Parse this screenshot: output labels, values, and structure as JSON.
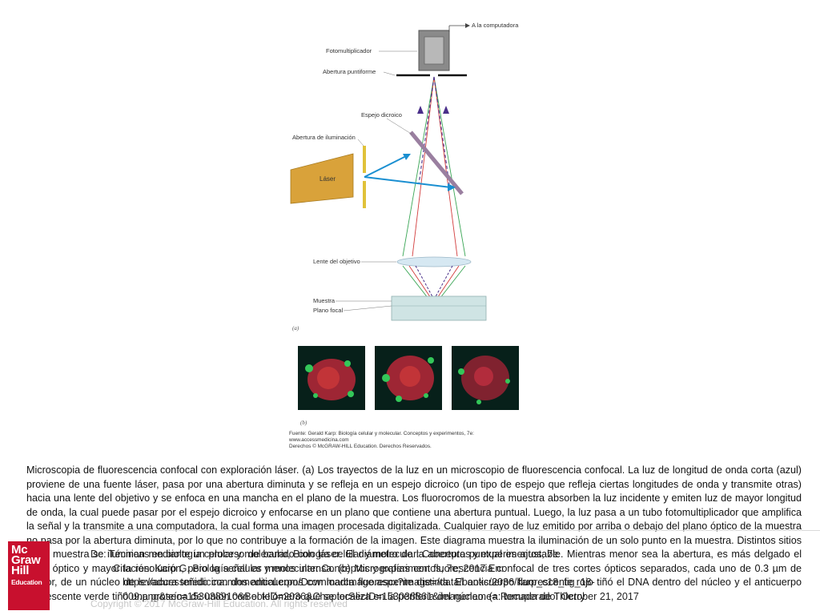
{
  "figure": {
    "labels": {
      "computer": "A la computadora",
      "photomultiplier": "Fotomultiplicador",
      "pinhole": "Abertura puntiforme",
      "dichroic": "Espejo dicroico",
      "illumination_aperture": "Abertura de iluminación",
      "laser": "Láser",
      "objective": "Lente del objetivo",
      "sample": "Muestra",
      "focal_plane": "Plano focal",
      "panel_a": "(a)",
      "panel_b": "(b)"
    },
    "source": {
      "line1": "Fuente: Gerald Karp: Biología celular y molecular. Conceptos y experimentos, 7e:",
      "line2": "www.accessmedicina.com",
      "line3": "Derechos © McGRAW-HILL Education. Derechos Reservados."
    },
    "colors": {
      "laser_body": "#d9a23a",
      "blue_beam": "#1a8fd1",
      "red_ray": "#d23b3b",
      "green_ray": "#3aa655",
      "purple_ray": "#4a2f8a"
    }
  },
  "caption": {
    "text": "Microscopia de fluorescencia confocal con exploración láser. (a) Los trayectos de la luz en un microscopio de fluorescencia confocal. La luz de longitud de onda corta (azul) proviene de una fuente láser, pasa por una abertura diminuta y se refleja en un espejo dicroico (un tipo de espejo que refleja ciertas longitudes de onda y transmite otras) hacia una lente del objetivo y se enfoca en una mancha en el plano de la muestra. Los fluorocromos de la muestra absorben la luz incidente y emiten luz de mayor longitud de onda, la cual puede pasar por el espejo dicroico y enfocarse en un plano que contiene una abertura puntual. Luego, la luz pasa a un tubo fotomultiplicador que amplifica la señal y la transmite a una computadora, la cual forma una imagen procesada digitalizada. Cualquier rayo de luz emitido por arriba o debajo del plano óptico de la muestra no pasa por la abertura diminuta, por lo que no contribuye a la formación de la imagen. Este diagrama muestra la iluminación de un solo punto en la muestra. Distintos sitios de la muestra se iluminan mediante un proceso de barrido con láser. El diámetro de la abertura puntual es ajustable. Mientras menor sea la abertura, es más delgado el corte óptico y mayor la resolución, pero la señal es menos intensa. (b) Micrografías con fluorescencia confocal de tres cortes ópticos separados, cada uno de 0.3 µm de grosor, de un núcleo de levadura teñido con dos anticuerpos con marca fluorescente distinta. El anticuerpo fluorescente rojo tiñó el DNA dentro del núcleo y el anticuerpo fluorescente verde tiñó una proteína de unión con el telómero que se localiza en la periferia del núcleo. (a: tomada de Thierry"
  },
  "logo": {
    "line1": "Mc",
    "line2": "Graw",
    "line3": "Hill",
    "line4": "Education"
  },
  "citation": {
    "line1": "De: Técnicas en biología celular y molecular, Biología celular y molecular: Conceptos y experimentos, 7e",
    "line2": "Citación: Karp G. Biología celular y molecular: Conceptos y experimentos, 7e; 2017 En:",
    "line3": "https://accessmedicina.mhmedical.com/DownloadImage.aspx?image=/data/books/2036/karp_c18_fig_18-",
    "line4": "009.png&sec=153038910&BookID=2036&ChapterSecID=153038861&imagename= Recuperado: October 21, 2017"
  },
  "copyright": "Copyright © 2017 McGraw-Hill Education. All rights reserved"
}
